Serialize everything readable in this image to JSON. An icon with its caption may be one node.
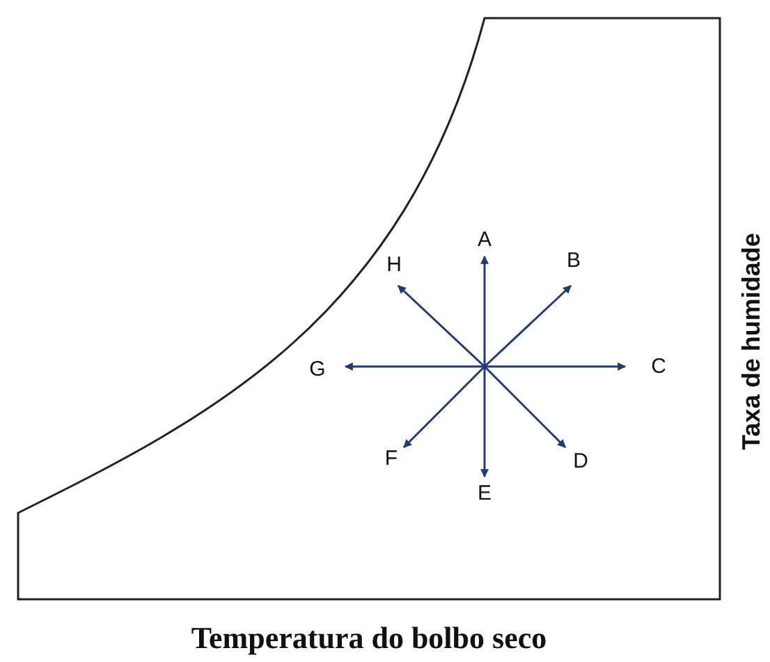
{
  "diagram": {
    "labels": [
      "A",
      "B",
      "C",
      "D",
      "E",
      "F",
      "G",
      "H",
      "Taxa de humidade",
      "Temperatura do bolbo seco"
    ]
  }
}
